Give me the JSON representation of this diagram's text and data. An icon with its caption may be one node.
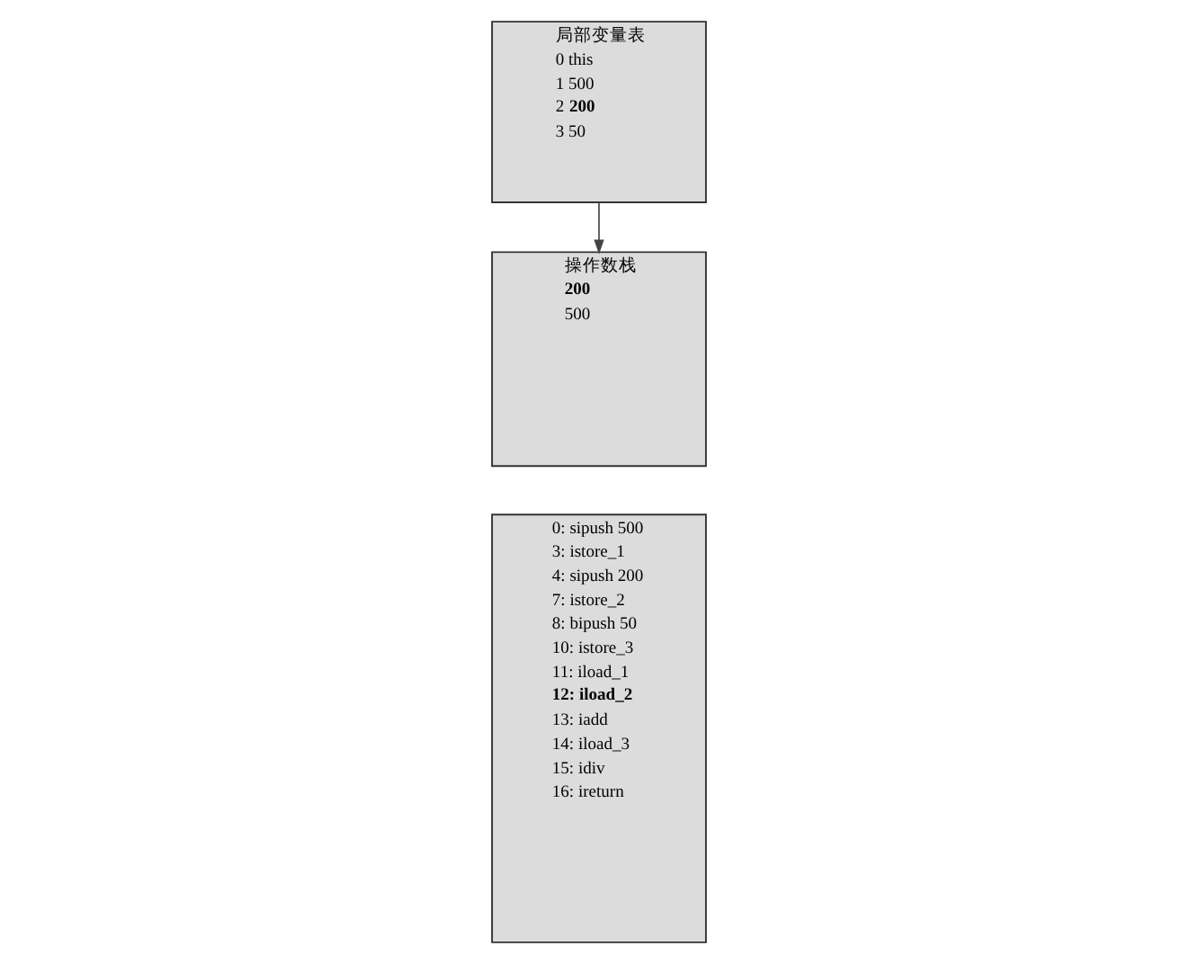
{
  "diagram": {
    "nodes": [
      {
        "text": [
          "0: sipush 500",
          "3: istore_1",
          "4: sipush 200",
          "7: istore_2",
          "8: bipush 50",
          "10: istore_3",
          "11: iload_1",
          "12: iload_2",
          "13: iadd",
          "14: iload_3",
          "15: idiv",
          "16: ireturn"
        ]
      },
      {
        "text": [
          "局部变量表",
          "0 this",
          "1 500",
          "2 **200**",
          "3 50"
        ]
      },
      {
        "text": [
          "操作数栈",
          "200",
          "500"
        ]
      }
    ],
    "edges": [
      {
        "from": 1,
        "to": 2,
        "arrow": "to"
      }
    ]
  }
}
